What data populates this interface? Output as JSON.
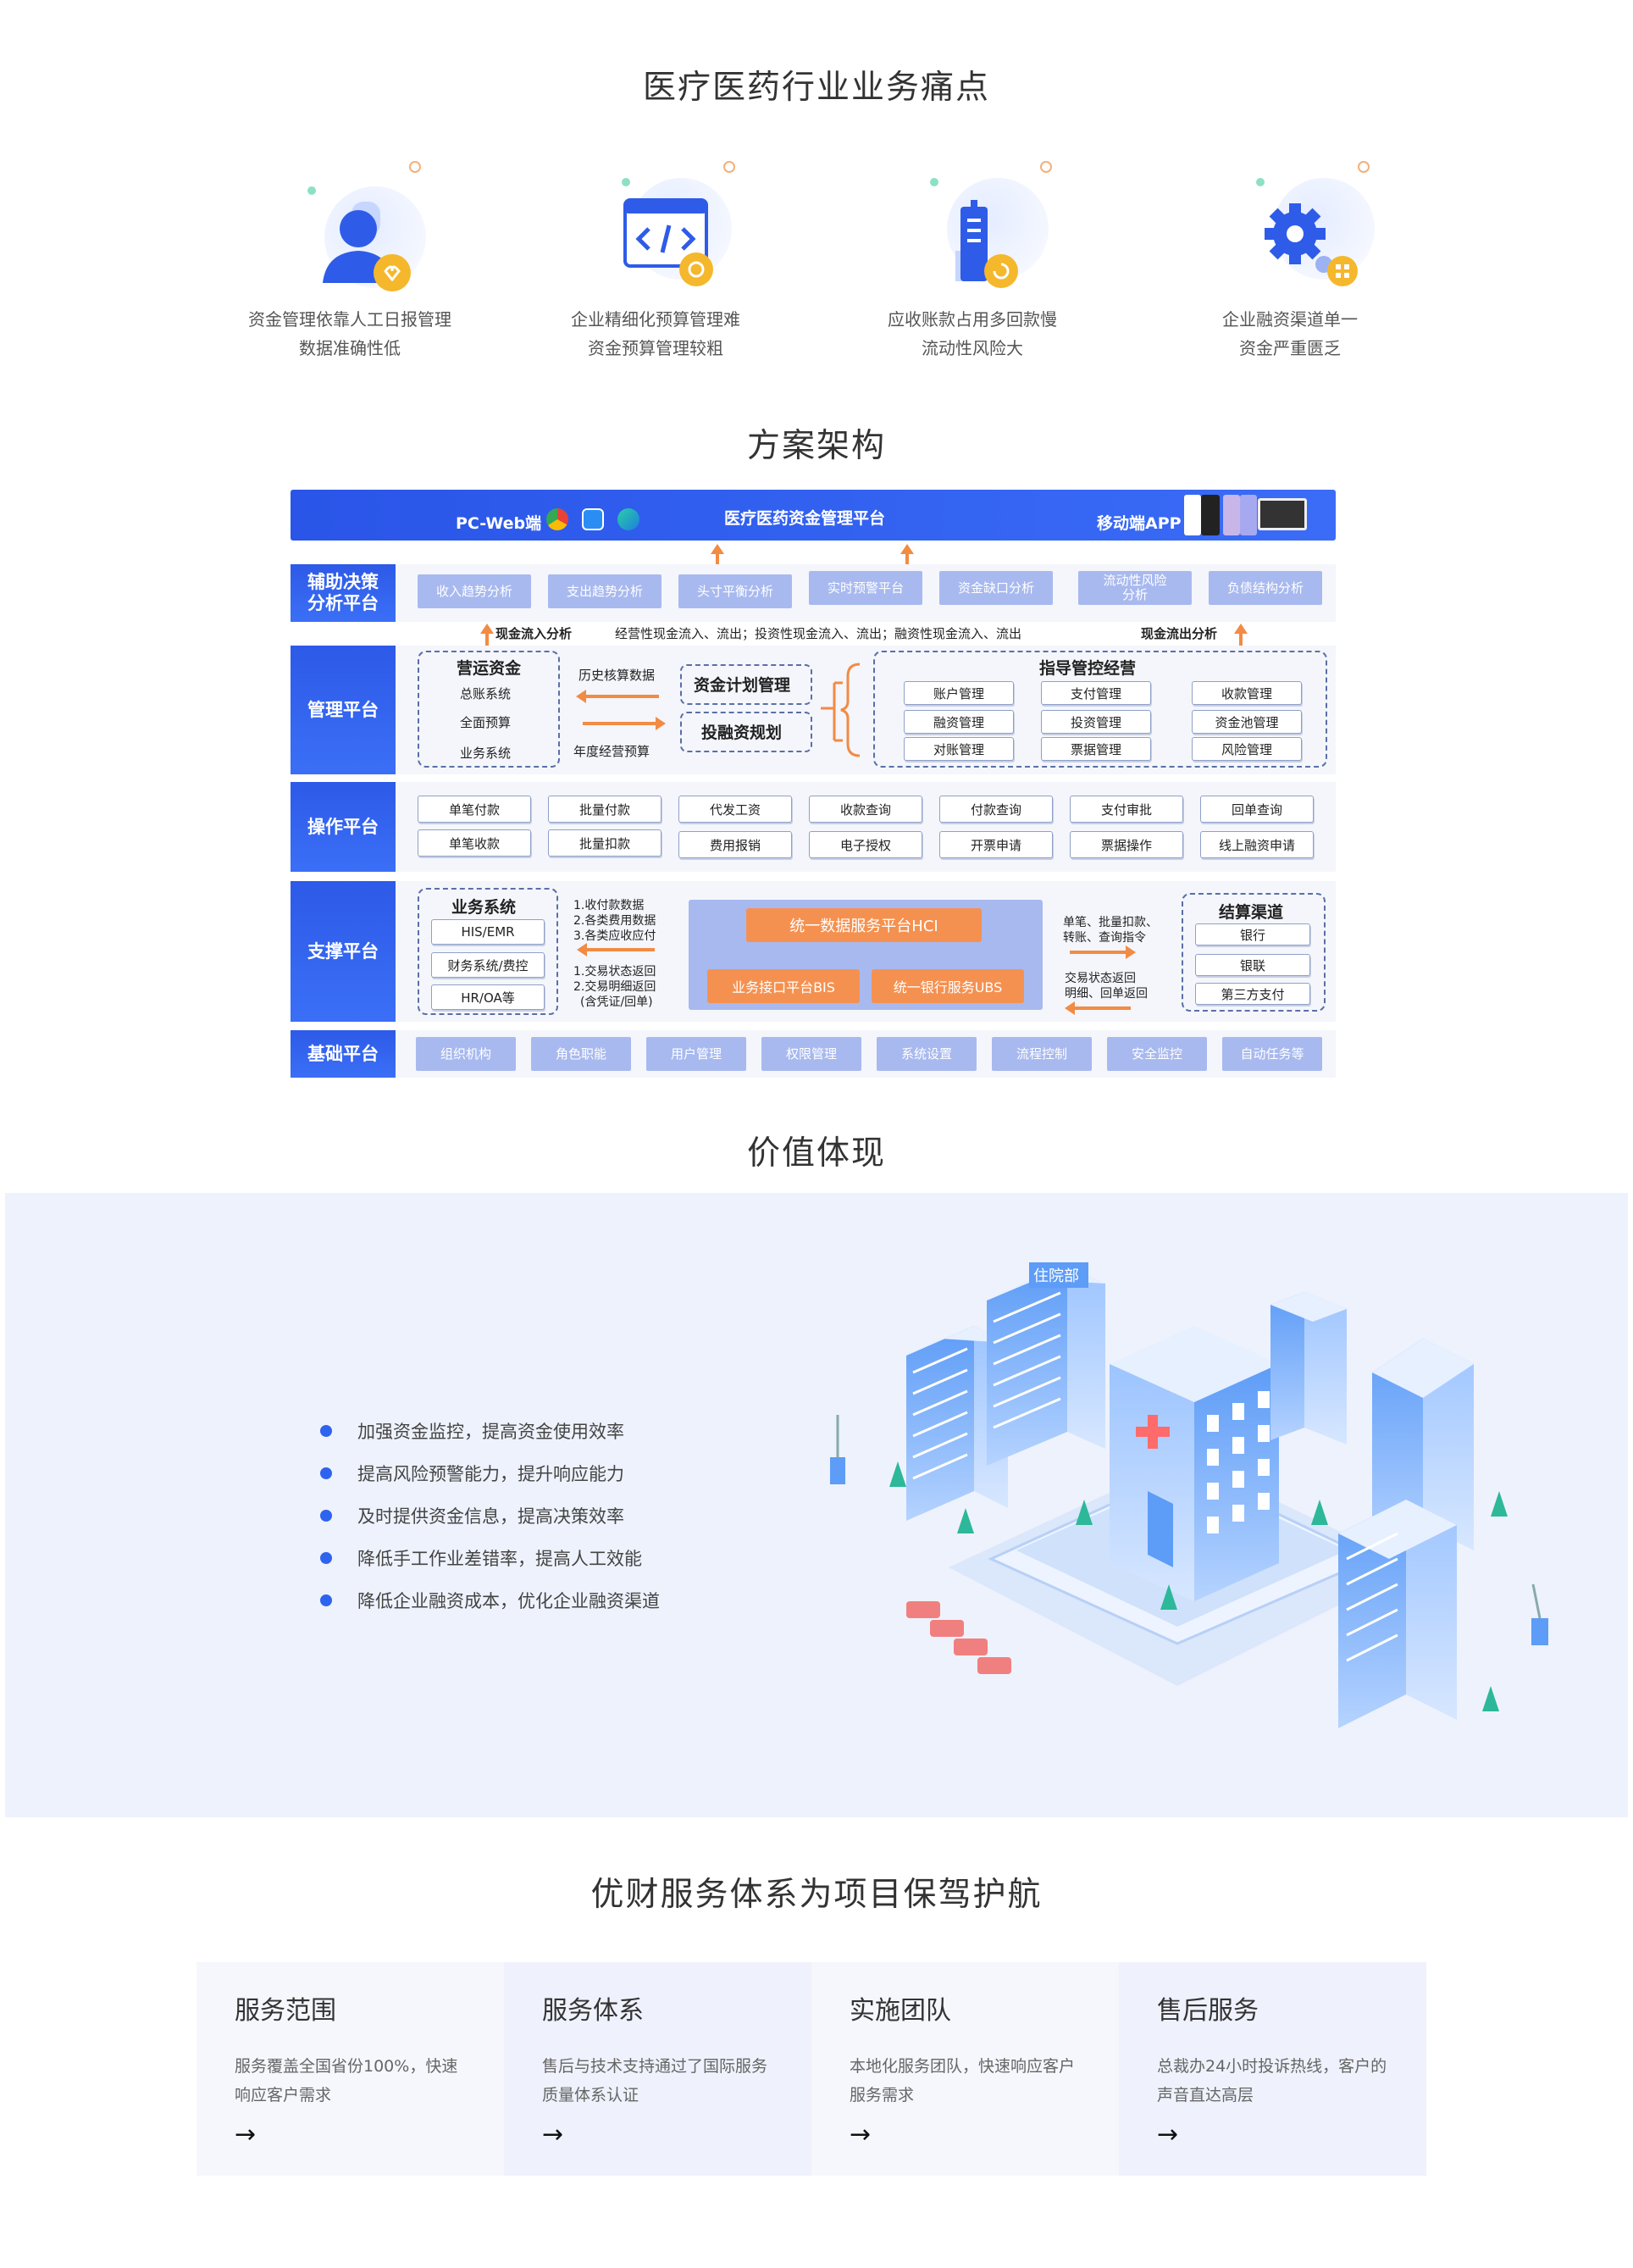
{
  "sections": {
    "pain_title": "医疗医药行业业务痛点",
    "arch_title": "方案架构",
    "value_title": "价值体现",
    "service_title": "优财服务体系为项目保驾护航"
  },
  "pain_points": [
    {
      "line1": "资金管理依靠人工日报管理",
      "line2": "数据准确性低",
      "icon": "user-icon"
    },
    {
      "line1": "企业精细化预算管理难",
      "line2": "资金预算管理较粗",
      "icon": "code-window-icon"
    },
    {
      "line1": "应收账款占用多回款慢",
      "line2": "流动性风险大",
      "icon": "battery-icon"
    },
    {
      "line1": "企业融资渠道单一",
      "line2": "资金严重匮乏",
      "icon": "gear-icon"
    }
  ],
  "arch": {
    "top": {
      "pc": "PC-Web端",
      "center": "医疗医药资金管理平台",
      "mobile": "移动端APP"
    },
    "rows": {
      "aux": "辅助决策\n分析平台",
      "mgmt": "管理平台",
      "ops": "操作平台",
      "support": "支撑平台",
      "base": "基础平台"
    },
    "aux_items": [
      "收入趋势分析",
      "支出趋势分析",
      "头寸平衡分析",
      "实时预警平台",
      "资金缺口分析",
      "流动性风险\n分析",
      "负债结构分析"
    ],
    "flow": {
      "in": "现金流入分析",
      "middle": "经营性现金流入、流出；投资性现金流入、流出；融资性现金流入、流出",
      "out": "现金流出分析"
    },
    "mgmt": {
      "operating": {
        "title": "营运资金",
        "items": [
          "总账系统",
          "全面预算",
          "业务系统"
        ]
      },
      "history": "历史核算数据",
      "annual": "年度经营预算",
      "plan": "资金计划管理",
      "invest": "投融资规划",
      "guide_title": "指导管控经营",
      "guide_items": [
        "账户管理",
        "支付管理",
        "收款管理",
        "融资管理",
        "投资管理",
        "资金池管理",
        "对账管理",
        "票据管理",
        "风险管理"
      ]
    },
    "ops_items": [
      "单笔付款",
      "批量付款",
      "代发工资",
      "收款查询",
      "付款查询",
      "支付审批",
      "回单查询",
      "单笔收款",
      "批量扣款",
      "费用报销",
      "电子授权",
      "开票申请",
      "票据操作",
      "线上融资申请"
    ],
    "support": {
      "biz_title": "业务系统",
      "biz_items": [
        "HIS/EMR",
        "财务系统/费控",
        "HR/OA等"
      ],
      "left_top": [
        "1.收付款数据",
        "2.各类费用数据",
        "3.各类应收应付"
      ],
      "left_bottom": [
        "1.交易状态返回",
        "2.交易明细返回",
        "(含凭证/回单)"
      ],
      "hci": "统一数据服务平台HCI",
      "bis": "业务接口平台BIS",
      "ubs": "统一银行服务UBS",
      "right_top": [
        "单笔、批量扣款、",
        "转账、查询指令"
      ],
      "right_bottom": [
        "交易状态返回",
        "明细、回单返回"
      ],
      "settle_title": "结算渠道",
      "settle_items": [
        "银行",
        "银联",
        "第三方支付"
      ]
    },
    "base_items": [
      "组织机构",
      "角色职能",
      "用户管理",
      "权限管理",
      "系统设置",
      "流程控制",
      "安全监控",
      "自动任务等"
    ]
  },
  "values": [
    "加强资金监控，提高资金使用效率",
    "提高风险预警能力，提升响应能力",
    "及时提供资金信息，提高决策效率",
    "降低手工作业差错率，提高人工效能",
    "降低企业融资成本，优化企业融资渠道"
  ],
  "illustration": {
    "sign": "住院部"
  },
  "services": [
    {
      "title": "服务范围",
      "desc1": "服务覆盖全国省份100%，快速",
      "desc2": "响应客户需求",
      "arrow": "→"
    },
    {
      "title": "服务体系",
      "desc1": "售后与技术支持通过了国际服务",
      "desc2": "质量体系认证",
      "arrow": "→"
    },
    {
      "title": "实施团队",
      "desc1": "本地化服务团队，快速响应客户",
      "desc2": "服务需求",
      "arrow": "→"
    },
    {
      "title": "售后服务",
      "desc1": "总裁办24小时投诉热线，客户的",
      "desc2": "声音直达高层",
      "arrow": "→"
    }
  ],
  "colors": {
    "primary": "#2e5ce8",
    "orange": "#f59150",
    "light_bg": "#eef2fc",
    "lilac": "#a8b9ef"
  }
}
